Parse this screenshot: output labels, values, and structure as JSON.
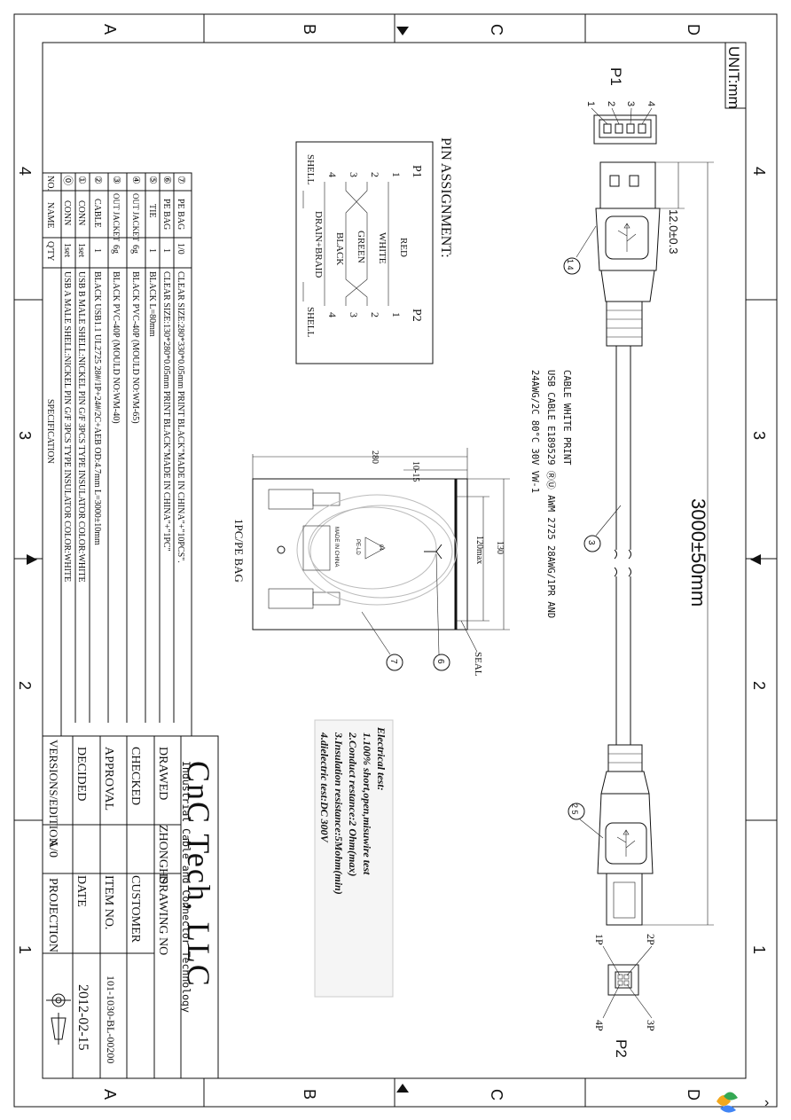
{
  "border": {
    "rows_top": [
      "A",
      "B",
      "C",
      "D"
    ],
    "rows_bottom": [
      "A",
      "B",
      "C",
      "D"
    ],
    "cols_left": [
      "4",
      "3",
      "2",
      "1"
    ],
    "cols_right": [
      "4",
      "3",
      "2",
      "1"
    ]
  },
  "unit_label": "UNIT:mm",
  "connector_p1": {
    "label": "P1",
    "pins": [
      "1",
      "2",
      "3",
      "4"
    ]
  },
  "connector_p2": {
    "label": "P2",
    "pins": [
      "1P",
      "2P",
      "3P",
      "4P"
    ]
  },
  "pin_assignment": {
    "title": "PIN ASSIGNMENT:",
    "header_left": "P1",
    "header_right": "P2",
    "left_pins": [
      "1",
      "2",
      "3",
      "4",
      "SHELL"
    ],
    "right_pins": [
      "1",
      "2",
      "3",
      "4",
      "SHELL"
    ],
    "wires": [
      "RED",
      "WHITE",
      "GREEN",
      "BLACK",
      "DRAIN+BRAID"
    ]
  },
  "dimensions": {
    "overall_length": "3000±50mm",
    "head_length": "12.0±0.3"
  },
  "callouts": {
    "c14": "1 4",
    "c3": "3",
    "c25": "2 5",
    "c6": "6",
    "c7": "7"
  },
  "cable_print": [
    "CABLE WHITE PRINT",
    "USB CABLE E189529 ⓇⓊ AWM 2725 28AWG/1PR AND",
    "24AWG/2C 80°C 30V VW-1"
  ],
  "bag": {
    "label": "1PC/PE BAG",
    "width": "280",
    "seal_offset": "10-15",
    "height": "130",
    "inner_height": "120max",
    "seal": "SEAL",
    "recycle_code": "04",
    "recycle_material": "PE-LD",
    "made_in": "MADE IN CHINA"
  },
  "electrical_test": {
    "title": "Electrical test:",
    "lines": [
      "1.100% short,open,misuwire test",
      "2.Conduct restance:2 Ohm(max)",
      "3.Insulation resistance:5Mohm(min)",
      "4.dielectric test:DC 300V"
    ]
  },
  "spec_table": {
    "title": "SPECIFICATION",
    "header": {
      "no": "NO.",
      "name": "NAME",
      "qty": "Q'TY"
    },
    "rows": [
      {
        "no": "⑦",
        "name": "PE BAG",
        "qty": "1/0",
        "spec": "CLEAR SIZE:280*330*0.05mm PRINT BLACK\"MADE IN CHINA\"+\"10PCS\"."
      },
      {
        "no": "⑥",
        "name": "PE BAG",
        "qty": "1",
        "spec": "CLEAR SIZE:130*280*0.05mm PRINT BLACK\"MADE IN CHINA\"+\"1PC\""
      },
      {
        "no": "⑤",
        "name": "TIE",
        "qty": "1",
        "spec": "BLACK L=80mm"
      },
      {
        "no": "④",
        "name": "OUT JACKET",
        "qty": "6g",
        "spec": "BLACK PVC-40P (MOULD NO:WM-65)"
      },
      {
        "no": "③",
        "name": "OUT JACKET",
        "qty": "6g",
        "spec": "BLACK PVC-40P (MOULD NO:WM-40)"
      },
      {
        "no": "②",
        "name": "CABLE",
        "qty": "1",
        "spec": "BLACK USB1.1 UL2725 28#/1P+24#/2C+AEB OD:4.7mm L=3000±10mm"
      },
      {
        "no": "①",
        "name": "CONN",
        "qty": "1set",
        "spec": "USB B MALE SHELL:NICKEL PIN G/F 3PCS TYPE  INSULATOR COLOR:WHITE"
      },
      {
        "no": "⓪",
        "name": "CONN",
        "qty": "1set",
        "spec": "USB A MALE SHELL:NICKEL PIN G/F 3PCS TYPE  INSULATOR COLOR:WHITE"
      }
    ]
  },
  "title_block": {
    "company": "CnC Tech, LLC",
    "tagline": "Industrial Cable and Connector Technology",
    "drawed_label": "DRAWED",
    "drawed_value": "ZHONGHS",
    "drawing_no_label": "DRAWING NO",
    "checked_label": "CHECKED",
    "customer_label": "CUSTOMER",
    "approval_label": "APPROVAL",
    "item_no_label": "ITEM NO.",
    "item_no_value": "101-1030-BL-00200",
    "decided_label": "DECIDED",
    "date_label": "DATE",
    "date_value": "2012-02-15",
    "version_label": "VERSIONS/EDITION",
    "version_value": "A/0",
    "projection_label": "PROJECTION"
  },
  "colors": {
    "ink": "#111111",
    "cable_gray": "#dddddd",
    "note_bg": "#f5f5f5"
  }
}
